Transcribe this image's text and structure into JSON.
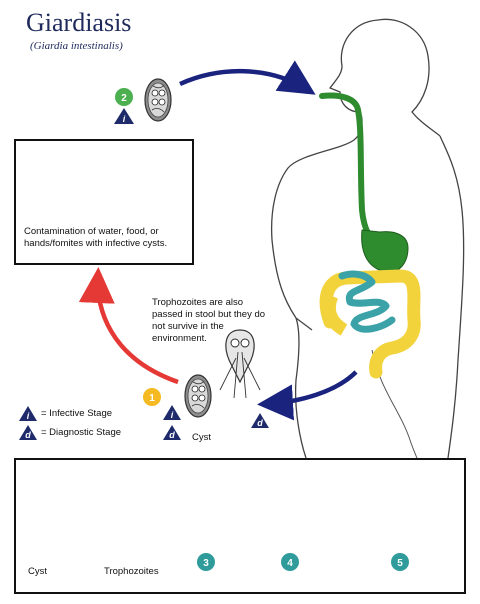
{
  "title": "Giardiasis",
  "subtitle": "(Giardia intestinalis)",
  "stage_markers": {
    "infective": "i",
    "diagnostic": "d"
  },
  "steps": {
    "s1": "1",
    "s2": "2",
    "s3": "3",
    "s4": "4",
    "s5": "5"
  },
  "contamination_text": "Contamination of water, food, or hands/fomites with infective cysts.",
  "trophozoite_note": "Trophozoites are also passed in stool but they do not survive in the environment.",
  "legend": {
    "infective": "= Infective Stage",
    "diagnostic": "= Diagnostic Stage"
  },
  "labels": {
    "cyst_main": "Cyst",
    "cyst_bottom": "Cyst",
    "trophozoites": "Trophozoites"
  },
  "colors": {
    "arrow_blue": "#1a237e",
    "arrow_red": "#e53935",
    "esophagus_green": "#2e8b2e",
    "colon_yellow": "#f3d33b",
    "small_intestine_teal": "#3ba3a8",
    "step_green": "#4caf50",
    "step_yellow": "#f5b921",
    "step_teal": "#2f9b9b",
    "marker_navy": "#1f2a6b"
  }
}
